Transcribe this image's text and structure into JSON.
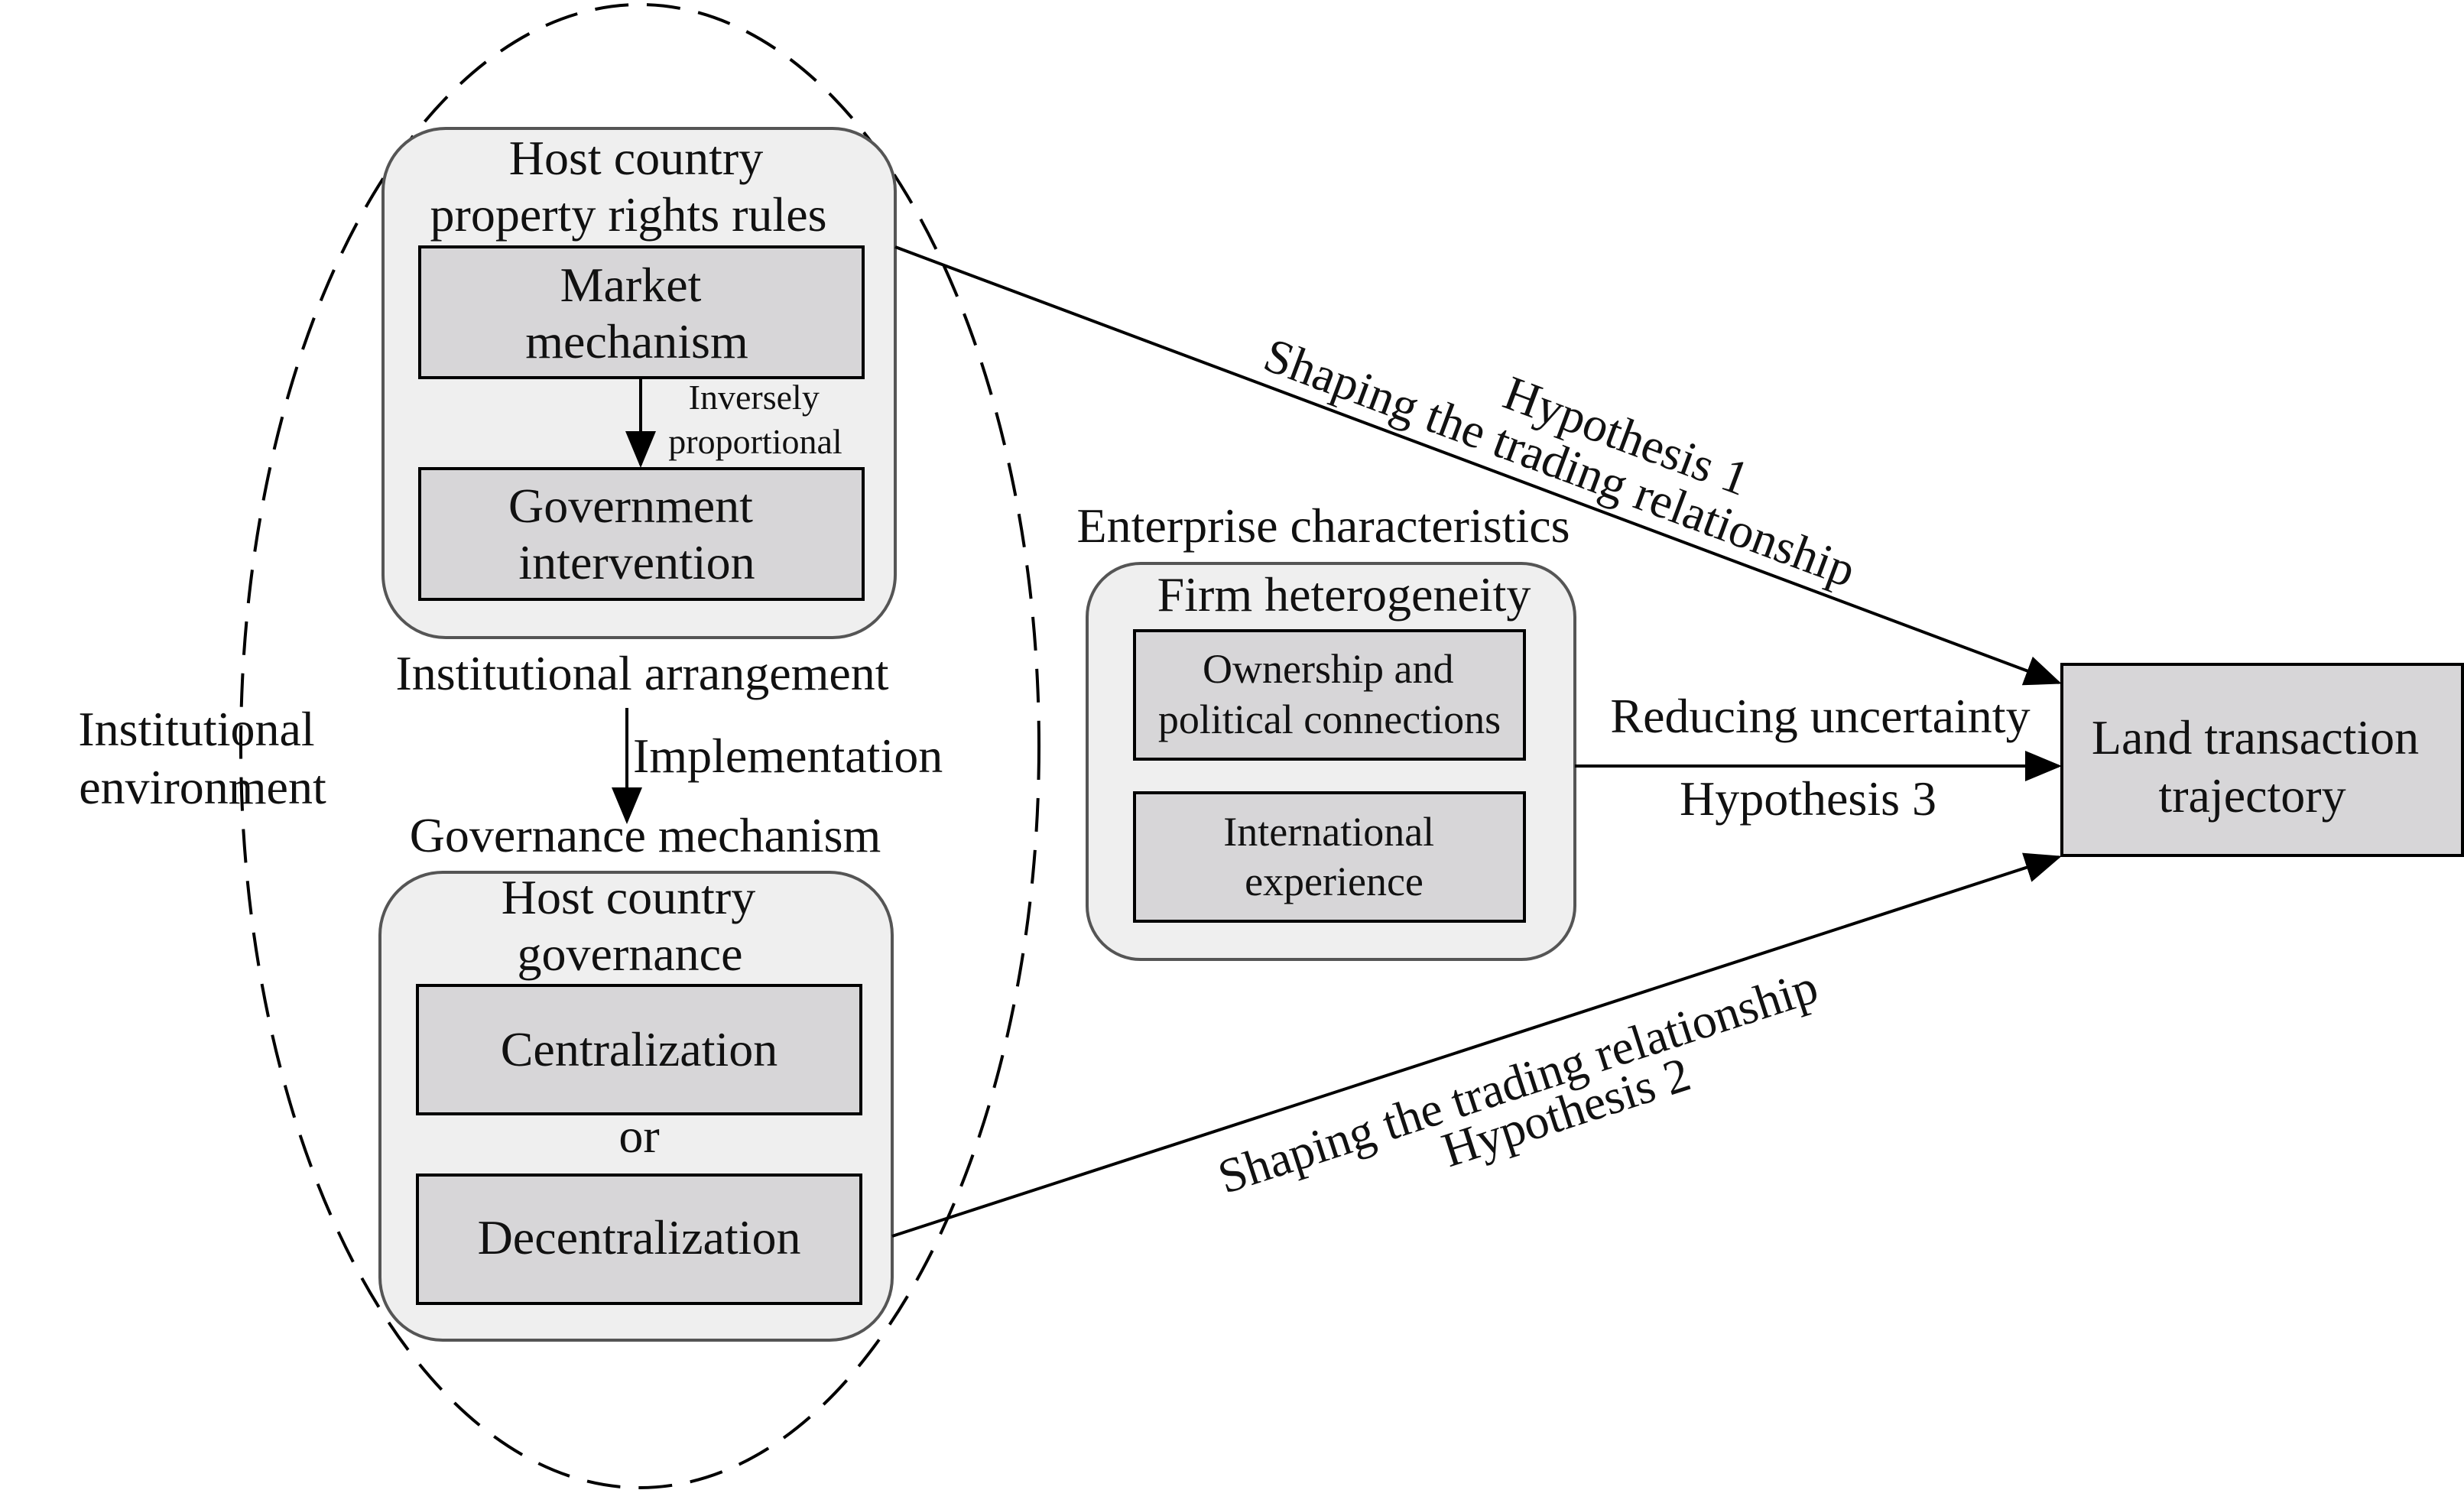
{
  "colors": {
    "rounded_box_fill": "#efefef",
    "inner_box_fill": "#d7d6d8",
    "stroke": "#000000",
    "rounded_box_stroke": "#555555"
  },
  "institutional_environment": {
    "label_line1": "Institutional",
    "label_line2": "environment"
  },
  "property_rights": {
    "title_line1": "Host country",
    "title_line2": "property rights rules",
    "market_line1": "Market",
    "market_line2": "mechanism",
    "relation_line1": "Inversely",
    "relation_line2": "proportional",
    "government_line1": "Government",
    "government_line2": "intervention"
  },
  "institutional_arrangement": "Institutional arrangement",
  "implementation": "Implementation",
  "governance_mechanism": "Governance mechanism",
  "governance": {
    "title_line1": "Host country",
    "title_line2": "governance",
    "centralization": "Centralization",
    "or": "or",
    "decentralization": "Decentralization"
  },
  "enterprise": {
    "header": "Enterprise characteristics",
    "firm_heterogeneity": "Firm heterogeneity",
    "ownership_line1": "Ownership and",
    "ownership_line2": "political connections",
    "experience_line1": "International",
    "experience_line2": "experience"
  },
  "target": {
    "line1": "Land transaction",
    "line2": "trajectory"
  },
  "hypothesis1": {
    "name": "Hypothesis 1",
    "effect": "Shaping the trading relationship"
  },
  "hypothesis2": {
    "name": "Hypothesis 2",
    "effect": "Shaping the trading relationship"
  },
  "hypothesis3": {
    "name": "Hypothesis 3",
    "effect": "Reducing uncertainty"
  }
}
